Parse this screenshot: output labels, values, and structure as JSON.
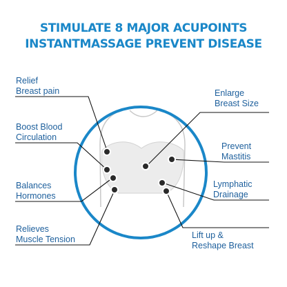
{
  "title": {
    "line1": "STIMULATE 8 MAJOR ACUPOINTS",
    "line2": "INSTANTMASSAGE PREVENT DISEASE"
  },
  "colors": {
    "title": "#1a87c8",
    "label": "#1d5f9c",
    "ring": "#1a87c8",
    "leader": "#111111",
    "point": "#2a2a2a"
  },
  "labels": {
    "relief": [
      "Relief",
      "Breast pain"
    ],
    "boost": [
      "Boost Blood",
      "Circulation"
    ],
    "balances": [
      "Balances",
      "Hormones"
    ],
    "relieves": [
      "Relieves",
      "Muscle Tension"
    ],
    "enlarge": [
      "Enlarge",
      "Breast Size"
    ],
    "prevent": [
      "Prevent",
      "Mastitis"
    ],
    "lymphatic": [
      "Lymphatic",
      "Drainage"
    ],
    "liftup": [
      "Lift up &",
      "Reshape Breast"
    ]
  }
}
